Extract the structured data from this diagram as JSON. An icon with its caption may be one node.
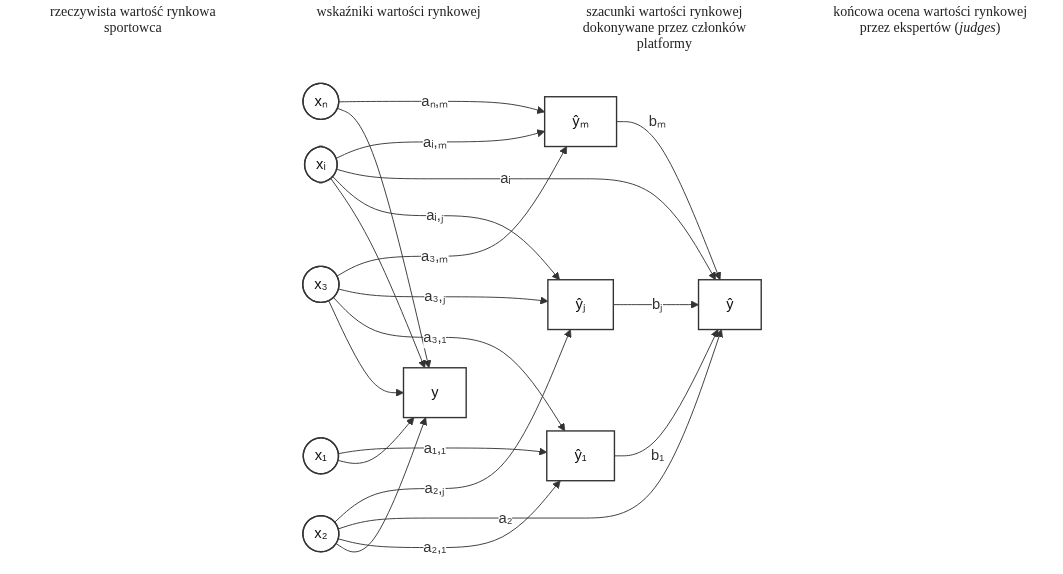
{
  "diagram": {
    "nodes": [
      {
        "text": [
          "y"
        ]
      },
      {
        "text": [
          "x₁"
        ]
      },
      {
        "text": [
          "x₂"
        ]
      },
      {
        "text": [
          "x₃"
        ]
      },
      {
        "text": [
          "xᵢ"
        ]
      },
      {
        "text": [
          "xₙ"
        ]
      },
      {
        "text": [
          "ŷ₁"
        ]
      },
      {
        "text": [
          "ŷⱼ"
        ]
      },
      {
        "text": [
          "ŷₘ"
        ]
      },
      {
        "text": [
          "ŷ"
        ]
      }
    ],
    "edges": [
      {
        "from": 1,
        "to": 0,
        "arrow": "to"
      },
      {
        "from": 2,
        "to": 0,
        "arrow": "to"
      },
      {
        "from": 3,
        "to": 0,
        "arrow": "to"
      },
      {
        "from": 4,
        "to": 0,
        "arrow": "to"
      },
      {
        "from": 5,
        "to": 0,
        "arrow": "to"
      },
      {
        "from": 1,
        "to": 6,
        "arrow": "to",
        "label": "a₁,₁"
      },
      {
        "from": 2,
        "to": 6,
        "arrow": "to",
        "label": "a₂,₁"
      },
      {
        "from": 2,
        "to": 9,
        "arrow": "to",
        "label": "a₂"
      },
      {
        "from": 2,
        "to": 7,
        "arrow": "to",
        "label": "a₂,ⱼ"
      },
      {
        "from": 3,
        "to": 6,
        "arrow": "to",
        "label": "a₃,₁"
      },
      {
        "from": 3,
        "to": 7,
        "arrow": "to",
        "label": "a₃,ⱼ"
      },
      {
        "from": 3,
        "to": 8,
        "arrow": "to",
        "label": "a₃,ₘ"
      },
      {
        "from": 4,
        "to": 7,
        "arrow": "to",
        "label": "aᵢ,ⱼ"
      },
      {
        "from": 4,
        "to": 9,
        "arrow": "to",
        "label": "aᵢ"
      },
      {
        "from": 4,
        "to": 8,
        "arrow": "to",
        "label": "aᵢ,ₘ"
      },
      {
        "from": 5,
        "to": 8,
        "arrow": "to",
        "label": "aₙ,ₘ"
      },
      {
        "from": 6,
        "to": 9,
        "arrow": "to",
        "label": "b₁"
      },
      {
        "from": 7,
        "to": 9,
        "arrow": "to",
        "label": "bⱼ"
      },
      {
        "from": 8,
        "to": 9,
        "arrow": "to",
        "label": "bₘ"
      }
    ],
    "labels": [
      "rzeczywista wartość rynkowa sportowca",
      "wskaźniki wartości rynkowej",
      "szacunki wartości rynkowej dokonywane przez członków platformy",
      "końcowa ocena wartości rynkowej przez ekspertów (*judges*)"
    ]
  }
}
